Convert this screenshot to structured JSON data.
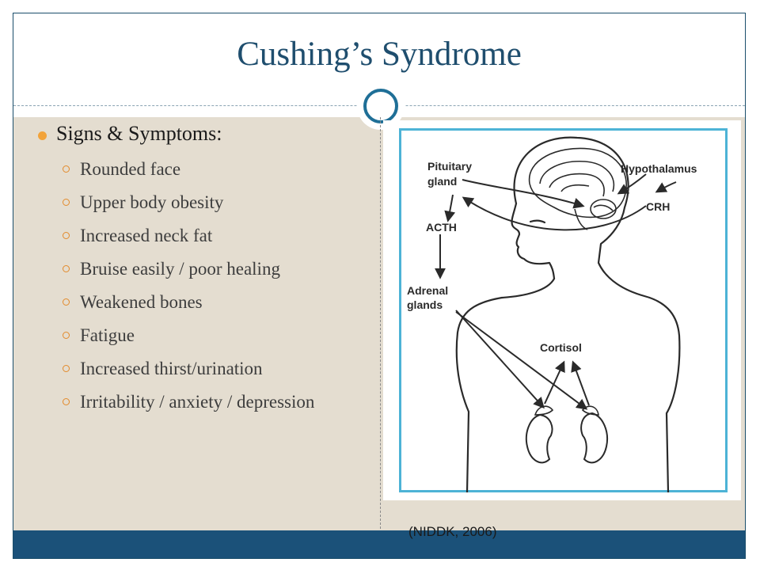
{
  "slide": {
    "title": "Cushing’s Syndrome",
    "main_bullet": "Signs & Symptoms:",
    "symptoms": [
      "Rounded face",
      "Upper body obesity",
      "Increased neck fat",
      "Bruise easily / poor healing",
      "Weakened bones",
      "Fatigue",
      "Increased thirst/urination",
      "Irritability / anxiety / depression"
    ]
  },
  "figure": {
    "labels": {
      "pituitary_1": "Pituitary",
      "pituitary_2": "gland",
      "hypothalamus": "Hypothalamus",
      "crh": "CRH",
      "acth": "ACTH",
      "adrenal_1": "Adrenal",
      "adrenal_2": "glands",
      "cortisol": "Cortisol"
    },
    "citation": "(NIDDK, 2006)"
  }
}
